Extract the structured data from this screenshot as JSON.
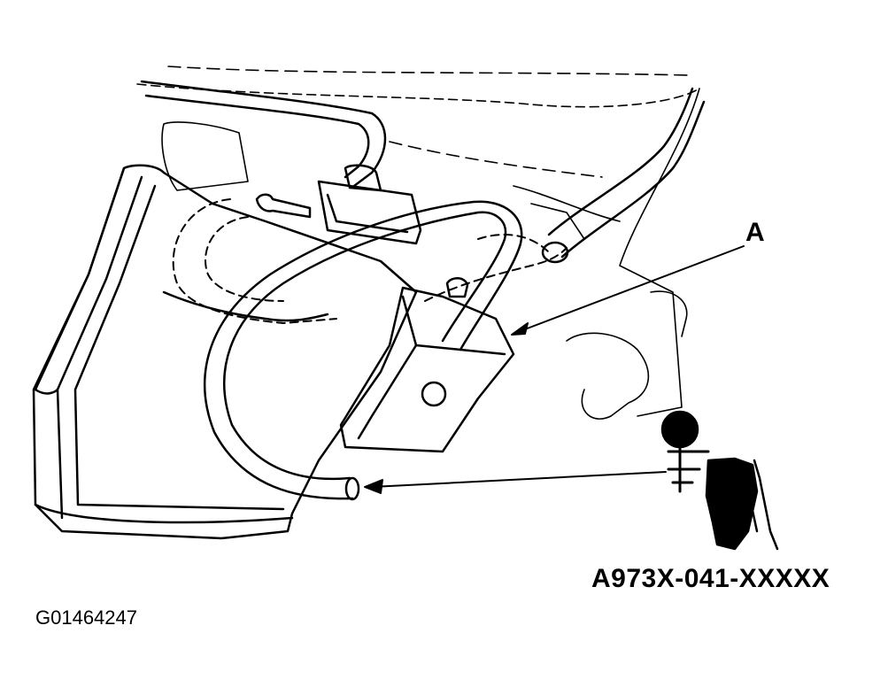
{
  "labels": {
    "callout_a": "A",
    "tool_part_number": "A973X-041-XXXXX",
    "figure_id": "G01464247"
  }
}
